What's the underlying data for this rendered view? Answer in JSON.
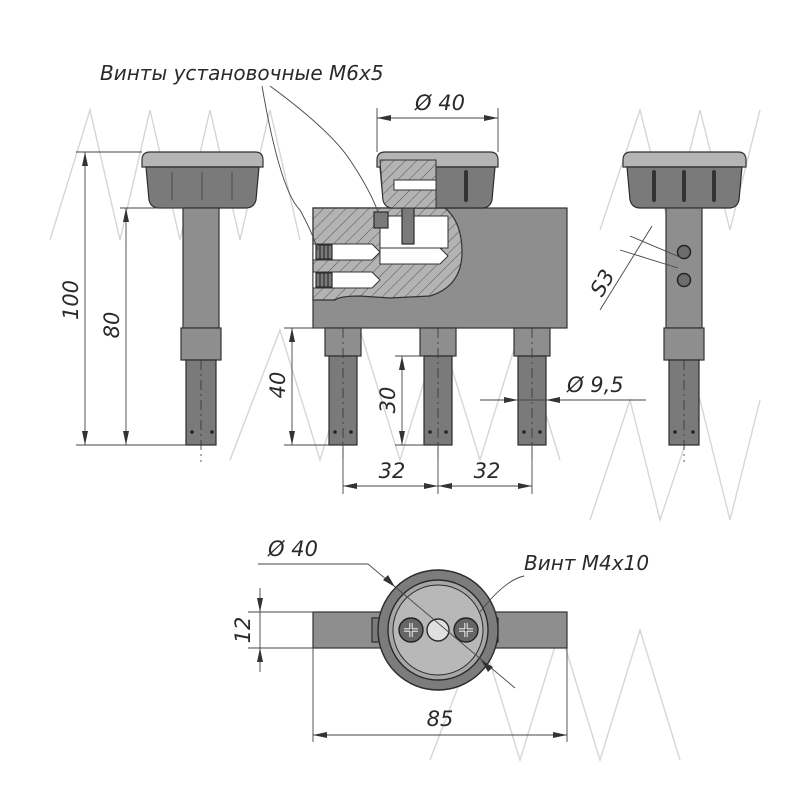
{
  "labels": {
    "set_screws": "Винты установочные M6x5",
    "screw": "Винт M4x10"
  },
  "dimensions": {
    "top_diameter": "Ø 40",
    "height_total": "100",
    "height_80": "80",
    "height_40": "40",
    "height_30": "30",
    "pin_diameter": "Ø 9,5",
    "spacing_left": "32",
    "spacing_right": "32",
    "gap": "S3",
    "bottom_diameter": "Ø 40",
    "thickness": "12",
    "width": "85"
  },
  "colors": {
    "body": "#8e8e8e",
    "hatch": "#b0b0b0",
    "line": "#333333"
  }
}
